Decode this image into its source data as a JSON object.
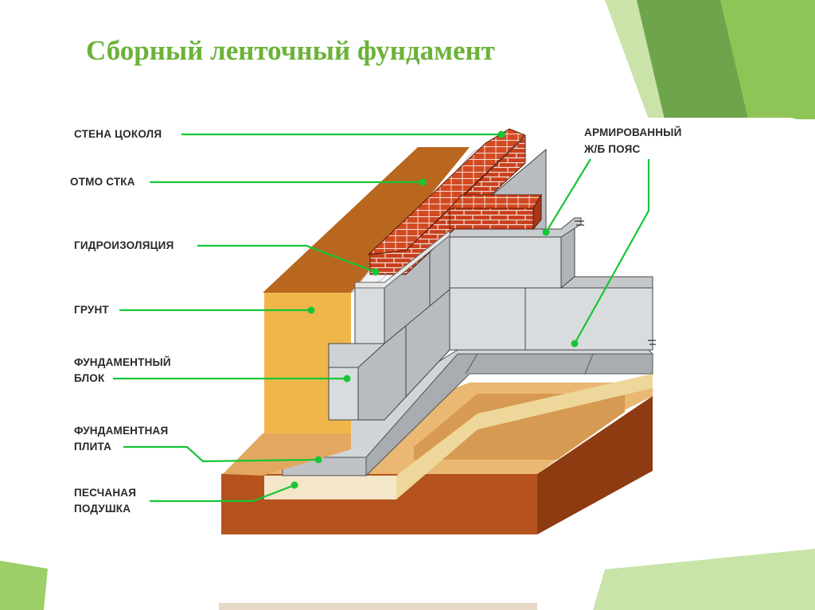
{
  "slide": {
    "title": "Сборный ленточный фундамент",
    "accent_color": "#6bb338",
    "leader_color": "#16c635"
  },
  "labels": {
    "wall": "СТЕНА ЦОКОЛЯ",
    "otmostka": "ОТМО СТКА",
    "waterproofing": "ГИДРОИЗОЛЯЦИЯ",
    "soil": "ГРУНТ",
    "block_line1": "ФУНДАМЕНТНЫЙ",
    "block_line2": "БЛОК",
    "plate_line1": "ФУНДАМЕНТНАЯ",
    "plate_line2": "ПЛИТА",
    "sand_line1": "ПЕСЧАНАЯ",
    "sand_line2": "ПОДУШКА",
    "belt_line1": "АРМИРОВАННЫЙ",
    "belt_line2": "Ж/Б ПОЯС"
  }
}
